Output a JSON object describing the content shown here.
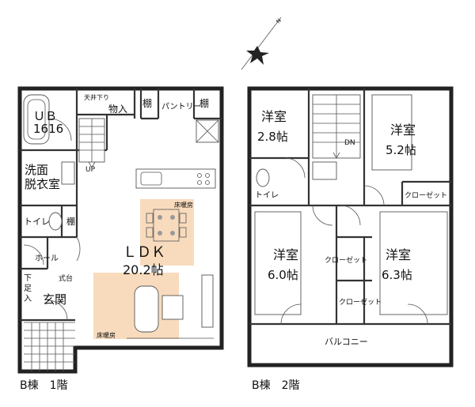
{
  "compass": {
    "label": "N"
  },
  "floor1": {
    "caption": "B棟　1階",
    "rooms": {
      "ub": "ＵＢ",
      "ub_size": "1616",
      "ceiling_lowered": "天井下り",
      "storage": "物入",
      "shelf_a": "棚",
      "pantry": "パントリー",
      "shelf_b": "棚",
      "washroom_1": "洗面",
      "washroom_2": "脱衣室",
      "stairs_up": "UP",
      "toilet": "トイレ",
      "shelf_c": "棚",
      "hall": "ホール",
      "shoe_1": "下",
      "shoe_2": "足",
      "shoe_3": "入",
      "shikidai": "式台",
      "entrance": "玄関",
      "ldk": "ＬＤＫ",
      "ldk_size": "20.2帖",
      "floor_heat_1": "床暖房",
      "floor_heat_2": "床暖房"
    }
  },
  "floor2": {
    "caption": "B棟　2階",
    "rooms": {
      "room_a": "洋室",
      "room_a_size": "2.8帖",
      "stairs_down": "DN",
      "room_b": "洋室",
      "room_b_size": "5.2帖",
      "toilet": "トイレ",
      "closet_a": "クローゼット",
      "room_c": "洋室",
      "room_c_size": "6.0帖",
      "closet_b": "クローゼット",
      "room_d": "洋室",
      "room_d_size": "6.3帖",
      "closet_c": "クローゼット",
      "balcony": "バルコニー"
    }
  }
}
